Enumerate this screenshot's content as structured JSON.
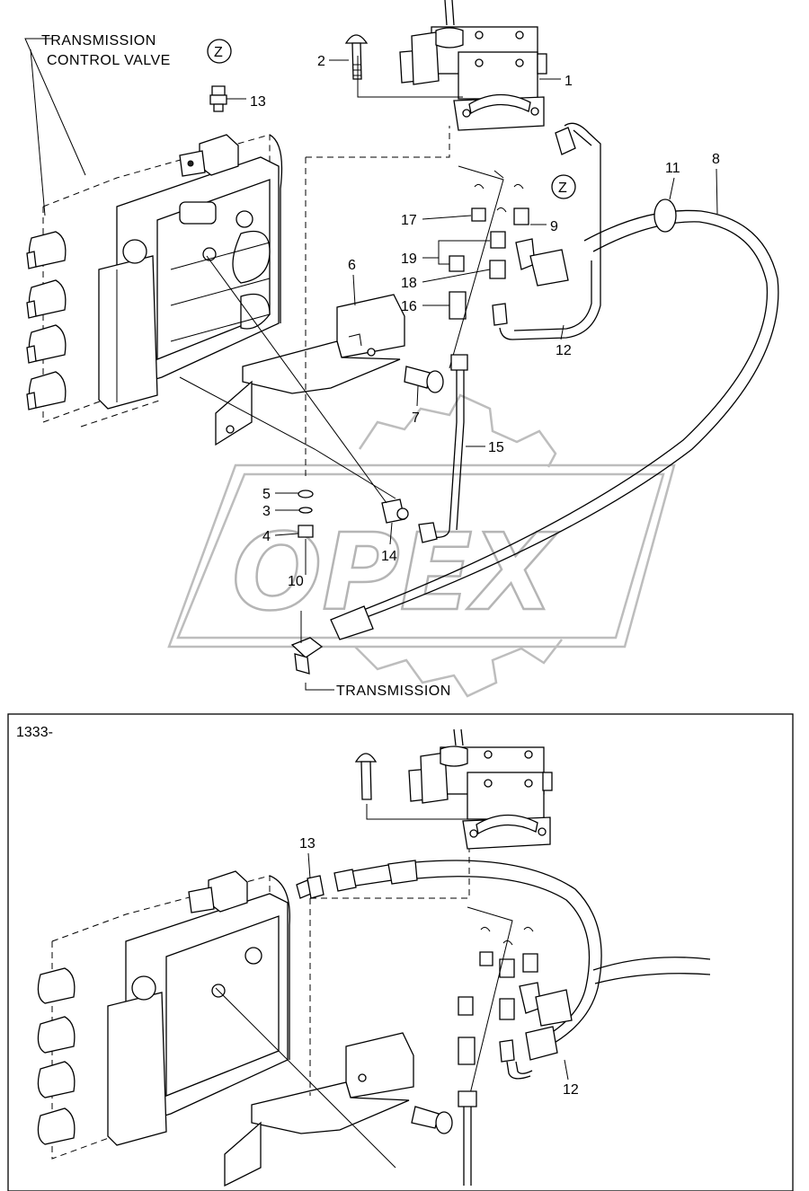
{
  "labels": {
    "tcv_line1": "TRANSMISSION",
    "tcv_line2": "CONTROL VALVE",
    "transmission": "TRANSMISSION",
    "serial": "1333-",
    "z_marker": "Z",
    "watermark": "OPEX"
  },
  "callouts": {
    "c1": "1",
    "c2": "2",
    "c3": "3",
    "c4": "4",
    "c5": "5",
    "c6": "6",
    "c7": "7",
    "c8": "8",
    "c9": "9",
    "c10": "10",
    "c11": "11",
    "c12": "12",
    "c13": "13",
    "c14": "14",
    "c15": "15",
    "c16": "16",
    "c17": "17",
    "c18": "18",
    "c19": "19"
  },
  "inset_callouts": {
    "c13": "13",
    "c12": "12"
  }
}
